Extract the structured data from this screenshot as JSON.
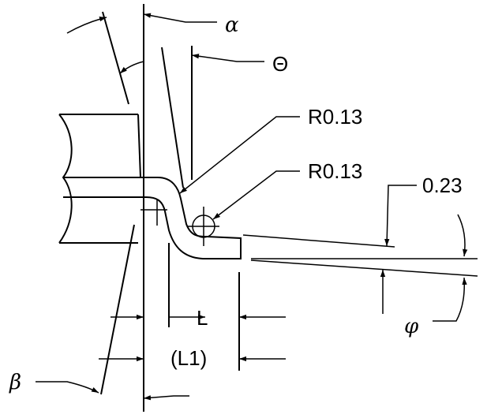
{
  "labels": {
    "alpha": "α",
    "theta": "Θ",
    "radius_upper": "R0.13",
    "radius_lower": "R0.13",
    "thickness": "0.23",
    "length": "L",
    "length_ref": "(L1)",
    "beta": "β",
    "phi": "φ"
  }
}
